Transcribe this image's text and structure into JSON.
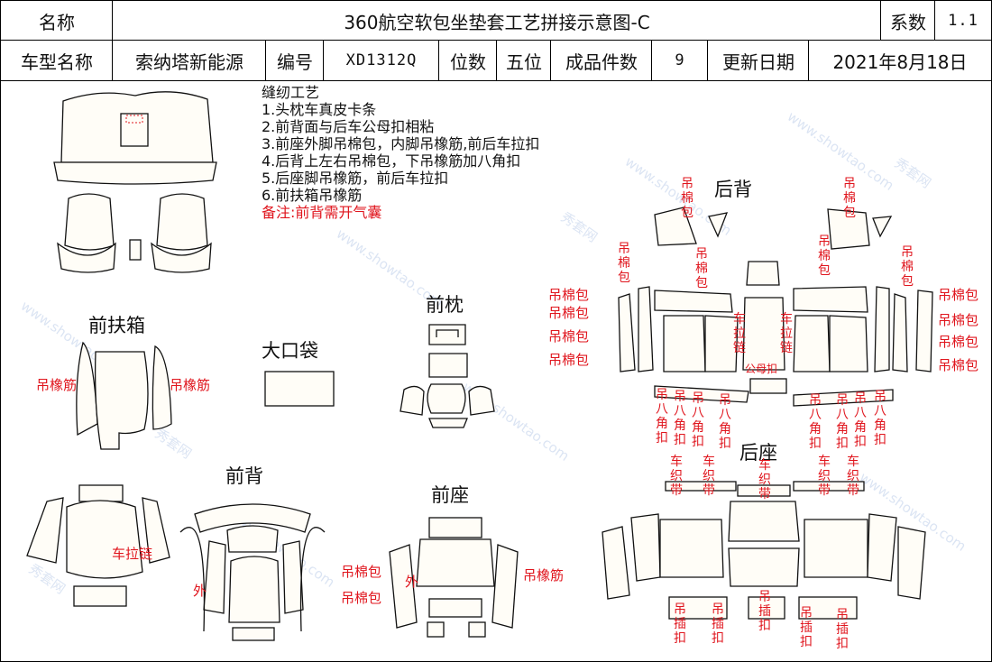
{
  "header": {
    "name_label": "名称",
    "title": "360航空软包坐垫套工艺拼接示意图-C",
    "series_label": "系数",
    "series_value": "1.1",
    "model_label": "车型名称",
    "model_value": "索纳塔新能源",
    "code_label": "编号",
    "code_value": "XD1312Q",
    "seats_label": "位数",
    "seats_value": "五位",
    "pieces_label": "成品件数",
    "pieces_value": "9",
    "date_label": "更新日期",
    "date_value": "2021年8月18日"
  },
  "notes": {
    "title": "缝纫工艺",
    "items": [
      "1.头枕车真皮卡条",
      "2.前背面与后车公母扣相粘",
      "3.前座外脚吊棉包，内脚吊橡筋,前后车拉扣",
      "4.后背上左右吊棉包，下吊橡筋加八角扣",
      "5.后座脚吊橡筋，前后车拉扣",
      "6.前扶箱吊橡筋"
    ],
    "remark": "备注:前背需开气囊"
  },
  "sections": {
    "front_armrest": "前扶箱",
    "big_pocket": "大口袋",
    "front_headrest": "前枕",
    "rear_back": "后背",
    "front_back": "前背",
    "front_seat": "前座",
    "rear_seat": "后座"
  },
  "labels": {
    "hang_elastic": "吊橡筋",
    "hang_cotton": "吊棉包",
    "zipper": "车拉链",
    "outer": "外",
    "male_female_buckle": "公母扣",
    "hang_octagon_buckle": "吊八角扣",
    "sew_strap": "车织带",
    "hang_insert_buckle": "吊插扣"
  },
  "watermark": {
    "site": "www.showtao.com",
    "brand": "秀套网"
  },
  "colors": {
    "annotation_red": "#e0161e",
    "line": "#111111",
    "watermark": "#9bb5de"
  }
}
